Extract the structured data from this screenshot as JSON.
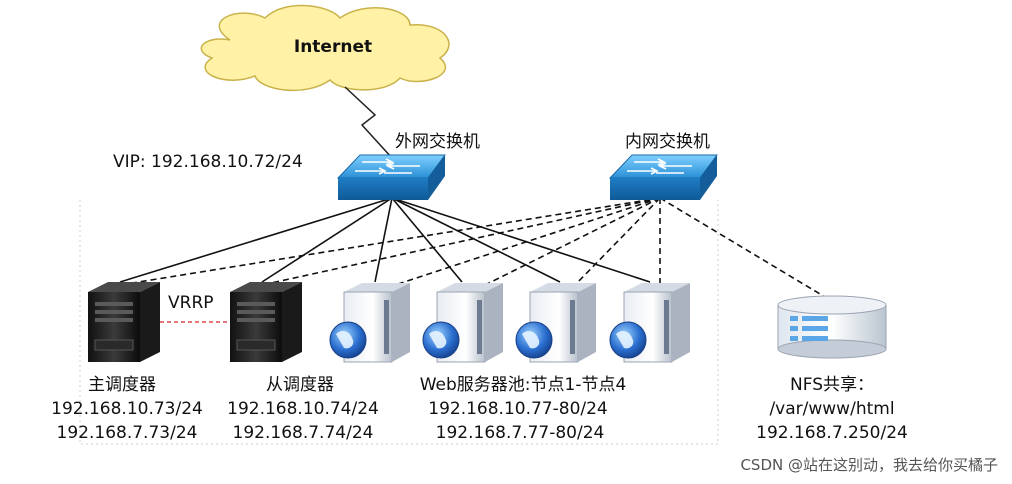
{
  "internet_label": "Internet",
  "vip_label": "VIP: 192.168.10.72/24",
  "external_switch_label": "外网交换机",
  "internal_switch_label": "内网交换机",
  "vrrp_label": "VRRP",
  "master": {
    "name": "主调度器",
    "ip_external": "192.168.10.73/24",
    "ip_internal": "192.168.7.73/24"
  },
  "backup": {
    "name": "从调度器",
    "ip_external": "192.168.10.74/24",
    "ip_internal": "192.168.7.74/24"
  },
  "web_pool": {
    "name": "Web服务器池:节点1-节点4",
    "ip_external": "192.168.10.77-80/24",
    "ip_internal": "192.168.7.77-80/24"
  },
  "nfs": {
    "name": "NFS共享：",
    "path": "/var/www/html",
    "ip": "192.168.7.250/24"
  },
  "watermark": "CSDN @站在这别动，我去给你买橘子",
  "colors": {
    "cloud_fill": "#fff2a6",
    "cloud_stroke": "#c9b24a",
    "switch_blue": "#2a8fd6",
    "vrrp_line": "#e04848"
  }
}
